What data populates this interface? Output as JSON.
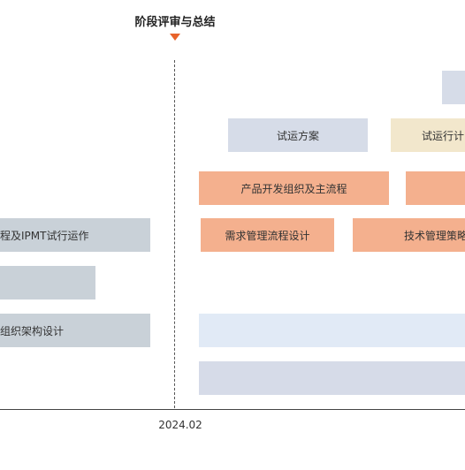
{
  "milestone": {
    "title": "阶段评审与总结"
  },
  "axis": {
    "label": "2024.02"
  },
  "bars": {
    "shiyun_fangan": "试运方案",
    "shiyun_jihua": "试运行计",
    "chanpin_kaifa": "产品开发组织及主流程",
    "xuqiu_guanli": "需求管理流程设计",
    "jishu_guanli": "技术管理策略",
    "ipmt_shixing": "程及IPMT试行运作",
    "zuzhi_jiagou": "组织架构设计"
  },
  "colors": {
    "marker": "#e8632b",
    "orange_bar": "#f4b08e",
    "blue_gray_bar": "#d6dce8",
    "cream_bar": "#f2e7cc",
    "gray_bar": "#c9d1d8",
    "light_blue_bar": "#e1eaf6"
  }
}
